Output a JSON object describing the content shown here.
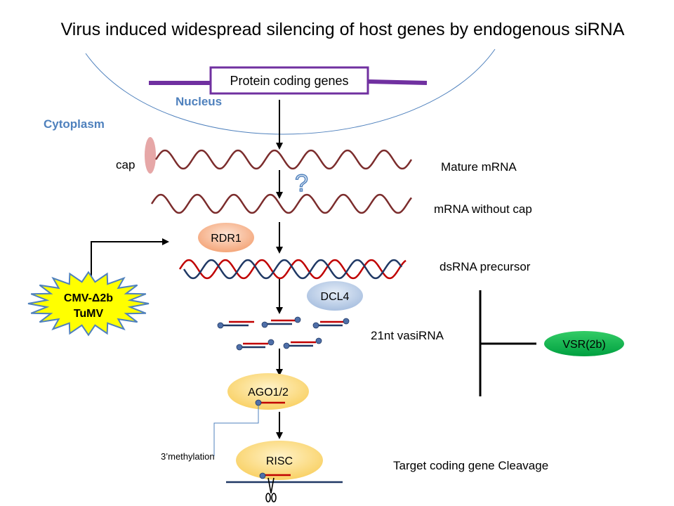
{
  "title": "Virus induced widespread silencing of host genes by endogenous siRNA",
  "gene_box": "Protein coding genes",
  "compartments": {
    "nucleus": "Nucleus",
    "cytoplasm": "Cytoplasm"
  },
  "cap_label": "cap",
  "question_mark": "?",
  "steps": {
    "mature_mrna": "Mature mRNA",
    "mrna_without_cap": "mRNA without cap",
    "dsrna_precursor": "dsRNA precursor",
    "vasirna": "21nt vasiRNA",
    "target_cleavage": "Target coding gene Cleavage"
  },
  "enzymes": {
    "rdr1": "RDR1",
    "dcl4": "DCL4",
    "ago": "AGO1/2",
    "risc": "RISC",
    "vsr": "VSR(2b)"
  },
  "viruses": {
    "line1": "CMV-Δ2b",
    "line2": "TuMV"
  },
  "methylation_label": "3’methylation",
  "colors": {
    "purple": "#7030a0",
    "blue_text": "#4f81bd",
    "mrna": "#7b2c2c",
    "strand_red": "#c00000",
    "strand_navy": "#1f3864",
    "rdr1": "#f5b08c",
    "dcl4": "#b8cce4",
    "ago_risc": "#fbd97e",
    "vsr": "#00b050",
    "star": "#ffff00",
    "star_edge": "#4f81bd"
  }
}
